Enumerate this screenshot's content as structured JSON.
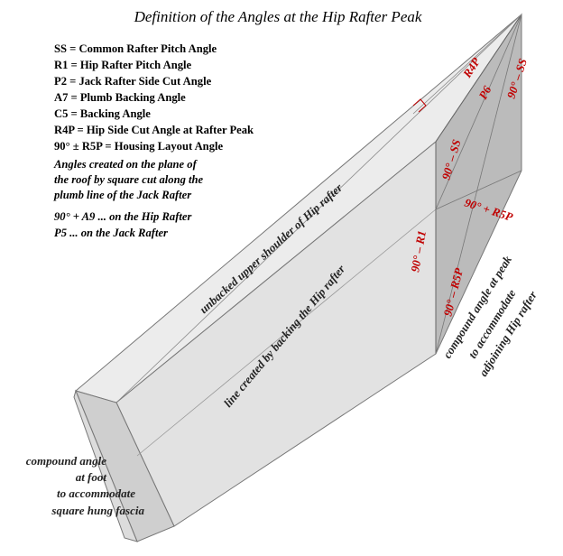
{
  "title": "Definition of the Angles at the Hip Rafter Peak",
  "definitions": [
    "SS = Common Rafter Pitch Angle",
    "R1 = Hip Rafter Pitch Angle",
    "P2 = Jack Rafter Side Cut Angle",
    "A7 = Plumb Backing Angle",
    "C5 = Backing Angle",
    "R4P = Hip Side Cut Angle at Rafter Peak",
    "90° ± R5P = Housing Layout Angle"
  ],
  "note_lines": [
    "Angles created on the plane of",
    "the roof by square cut along the",
    "plumb line of the Jack Rafter"
  ],
  "extra_lines": [
    "90° + A9 ... on the Hip Rafter",
    "P5 ... on the Jack Rafter"
  ],
  "angle_labels": {
    "r4p": "R4P",
    "p6": "P6",
    "ss_top": "90° – SS",
    "ss_mid": "90° – SS",
    "r5p_plus": "90° + R5P",
    "r1": "90° – R1",
    "r5p_minus": "90° – R5P"
  },
  "face_labels": {
    "upper_shoulder": "unbacked upper shoulder of Hip rafter",
    "backing_line": "line created by backing the Hip rafter"
  },
  "peak_caption": [
    "compound angle at peak",
    "to accommodate",
    "adjoining Hip rafter"
  ],
  "foot_caption": [
    "compound angle",
    "at foot",
    "to accommodate",
    "square hung fascia"
  ],
  "colors": {
    "angle_red": "#c00000",
    "top_face": "#ececec",
    "side_face": "#e0e0e0",
    "end_face": "#b9b9b9",
    "foot_face": "#cfcfcf",
    "edge": "#555555"
  }
}
